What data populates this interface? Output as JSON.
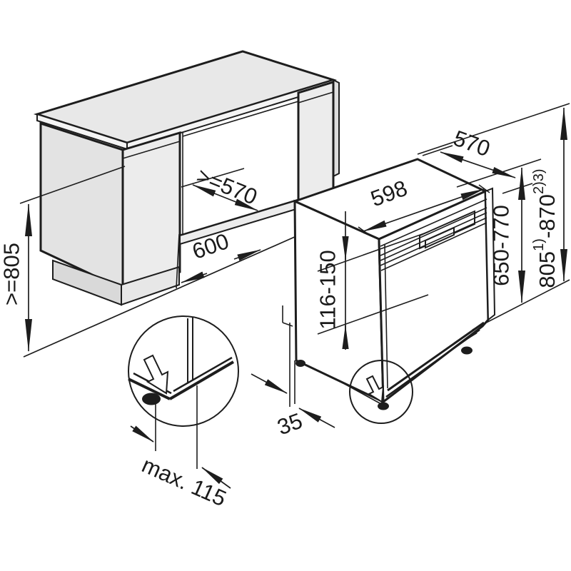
{
  "dims": {
    "niche_height": ">=805",
    "niche_depth": ">=570",
    "niche_width": "600",
    "dw_depth": "570",
    "dw_width": "598",
    "front_panel_range": "116-150",
    "appliance_height_range": "650-770",
    "worktop_height_main": "805",
    "worktop_height_sup1": "1)",
    "worktop_height_tail": "-870",
    "worktop_height_sup2": "2)3)",
    "rear_gap": "35",
    "plinth_recess_max": "max. 115"
  },
  "colors": {
    "line": "#1d1d1d",
    "cabinet_fill": "#e8e8e8",
    "background": "#ffffff"
  }
}
